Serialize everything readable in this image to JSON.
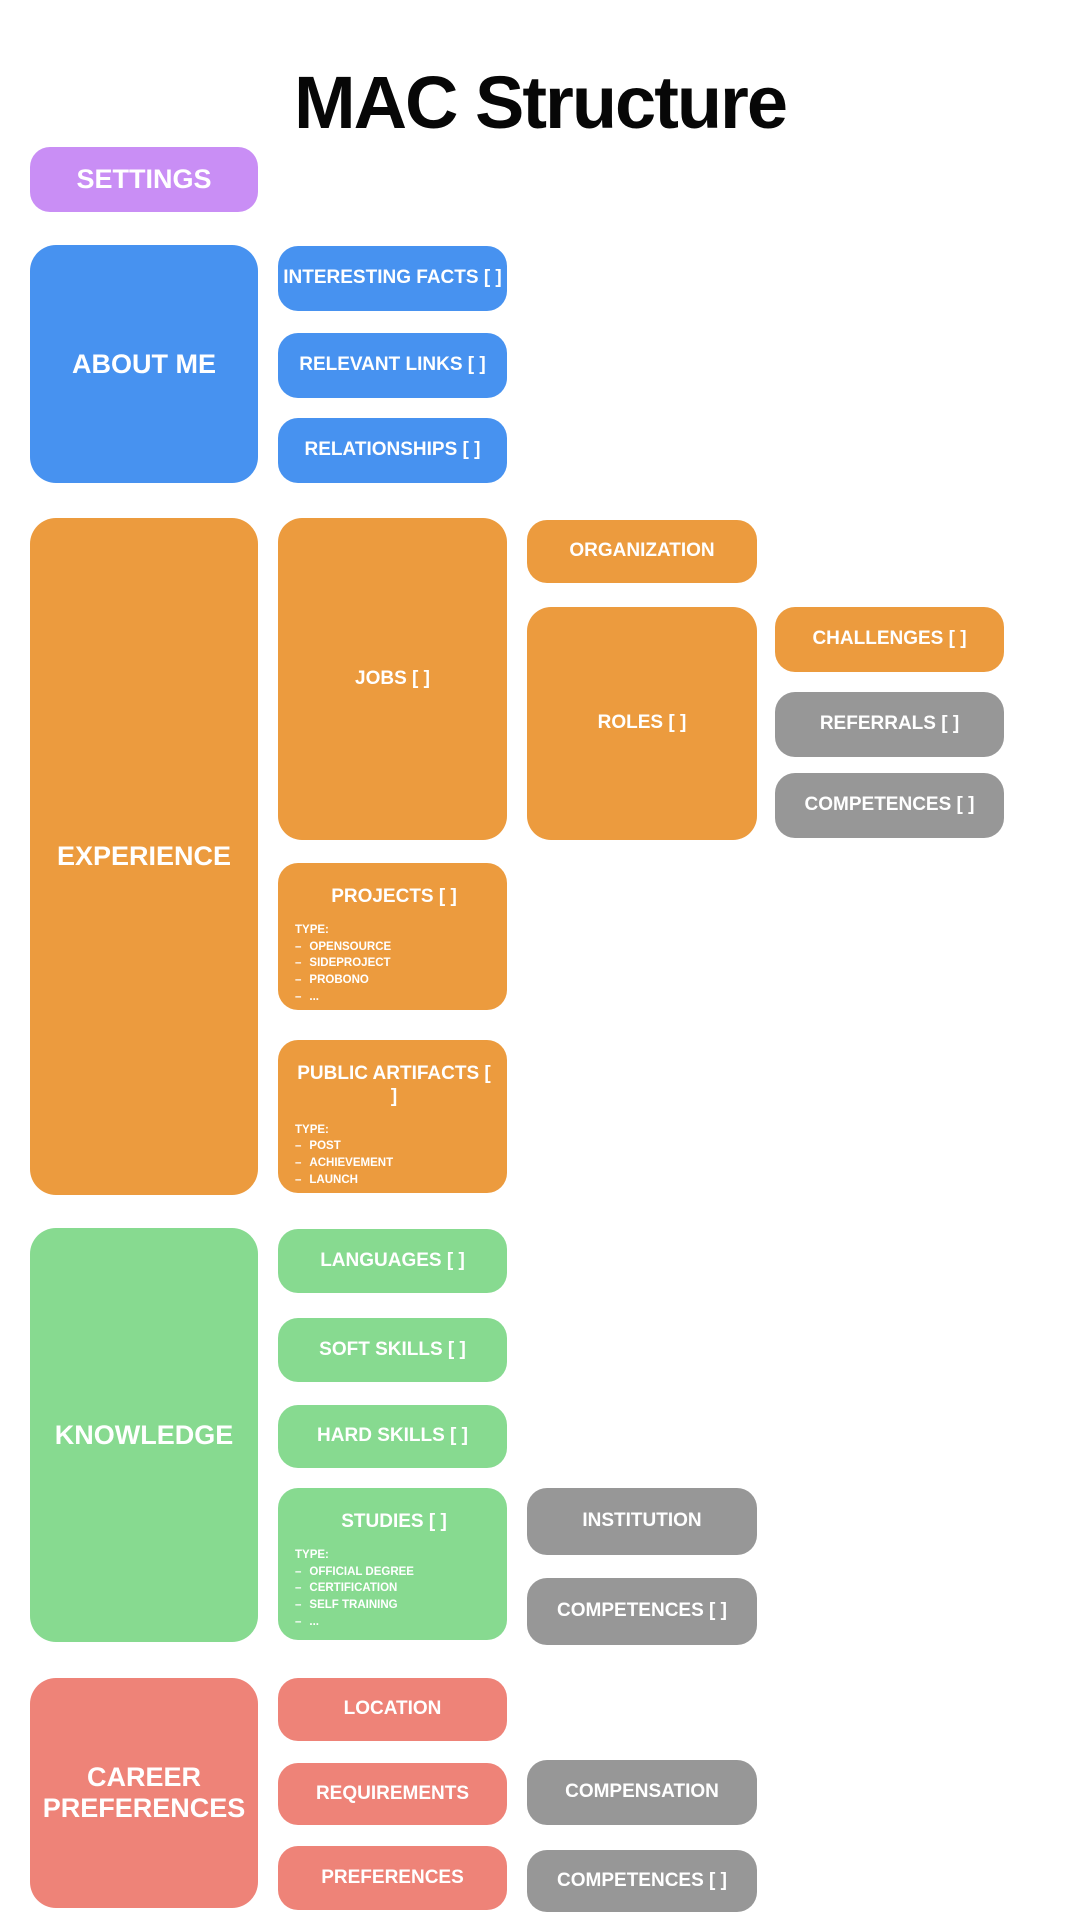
{
  "page_title": "MAC Structure",
  "list_bullet": "–",
  "colors": {
    "purple": "#c98ef5",
    "blue": "#4792f0",
    "orange": "#ec9b3e",
    "green": "#87da90",
    "salmon": "#ee8378",
    "gray": "#979797",
    "text_on_box": "#ffffff",
    "title_text": "#070707",
    "background": "#ffffff"
  },
  "settings": {
    "label": "SETTINGS"
  },
  "about_me": {
    "label": "ABOUT ME",
    "interesting_facts": "INTERESTING FACTS [ ]",
    "relevant_links": "RELEVANT LINKS [ ]",
    "relationships": "RELATIONSHIPS [ ]"
  },
  "experience": {
    "label": "EXPERIENCE",
    "jobs": "JOBS [ ]",
    "organization": "ORGANIZATION",
    "roles": "ROLES [ ]",
    "challenges": "CHALLENGES [ ]",
    "referrals": "REFERRALS [ ]",
    "competences": "COMPETENCES [ ]",
    "projects": {
      "title": "PROJECTS [ ]",
      "type_label": "TYPE:",
      "types": [
        "OPENSOURCE",
        "SIDEPROJECT",
        "PROBONO",
        "..."
      ]
    },
    "public_artifacts": {
      "title": "PUBLIC ARTIFACTS [ ]",
      "type_label": "TYPE:",
      "types": [
        "POST",
        "ACHIEVEMENT",
        "LAUNCH",
        "..."
      ]
    }
  },
  "knowledge": {
    "label": "KNOWLEDGE",
    "languages": "LANGUAGES [ ]",
    "soft_skills": "SOFT SKILLS [ ]",
    "hard_skills": "HARD SKILLS [ ]",
    "studies": {
      "title": "STUDIES [ ]",
      "type_label": "TYPE:",
      "types": [
        "OFFICIAL DEGREE",
        "CERTIFICATION",
        "SELF TRAINING",
        "..."
      ]
    },
    "institution": "INSTITUTION",
    "competences": "COMPETENCES [ ]"
  },
  "career_preferences": {
    "label": "CAREER PREFERENCES",
    "location": "LOCATION",
    "requirements": "REQUIREMENTS",
    "preferences": "PREFERENCES",
    "compensation": "COMPENSATION",
    "competences": "COMPETENCES [ ]"
  }
}
